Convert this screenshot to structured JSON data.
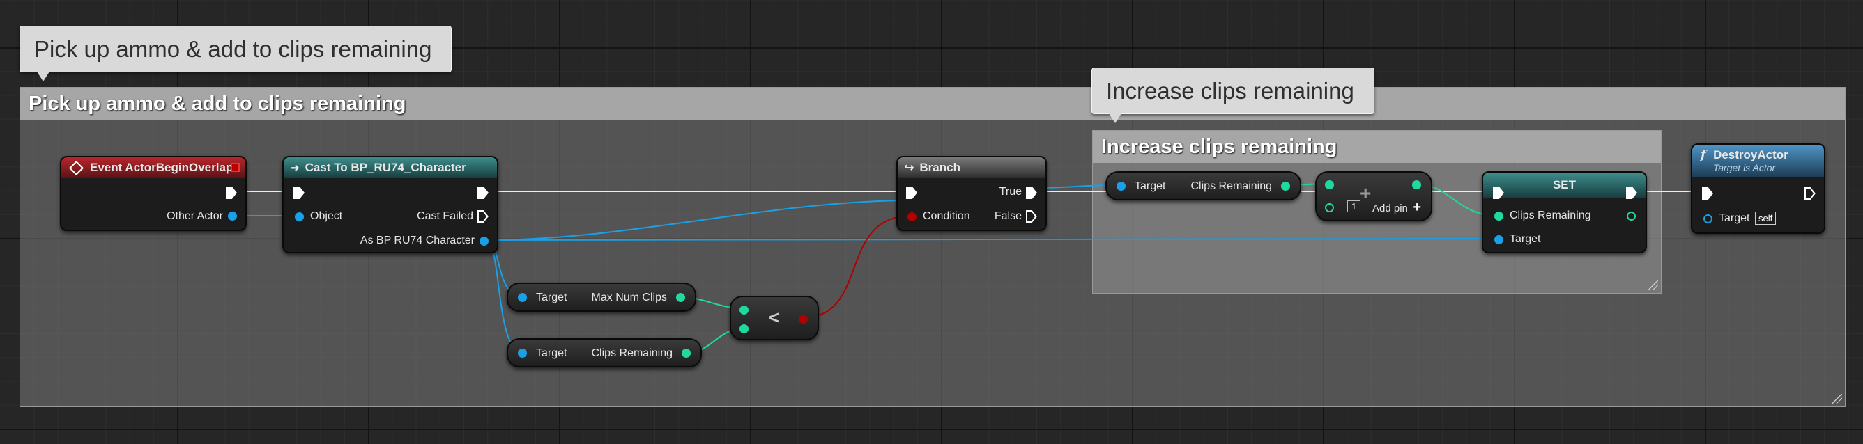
{
  "comments": {
    "outer_bubble": "Pick up ammo & add to clips remaining",
    "outer_title": "Pick up ammo & add to clips remaining",
    "inner_bubble": "Increase clips remaining",
    "inner_title": "Increase clips remaining"
  },
  "nodes": {
    "event": {
      "title": "Event ActorBeginOverlap",
      "out_pin": "Other Actor"
    },
    "cast": {
      "title": "Cast To BP_RU74_Character",
      "in_pin": "Object",
      "out_failed": "Cast Failed",
      "out_as": "As BP RU74 Character"
    },
    "branch": {
      "title": "Branch",
      "condition": "Condition",
      "true_label": "True",
      "false_label": "False"
    },
    "get_max": {
      "target": "Target",
      "value": "Max Num Clips"
    },
    "get_clips": {
      "target": "Target",
      "value": "Clips Remaining"
    },
    "less": {
      "symbol": "<"
    },
    "get_clips2": {
      "target": "Target",
      "value": "Clips Remaining"
    },
    "add": {
      "symbol": "+",
      "const_value": "1",
      "add_pin": "Add pin"
    },
    "set": {
      "title": "SET",
      "in_value": "Clips Remaining",
      "target": "Target"
    },
    "destroy": {
      "title": "DestroyActor",
      "subtitle": "Target is Actor",
      "target": "Target",
      "self_value": "self"
    }
  },
  "colors": {
    "event_header": "#b8262b",
    "cast_header": "#3e8d8c",
    "function_header": "#4f95c7",
    "object_pin": "#1aa0e6",
    "int_pin": "#20d8a0",
    "bool_pin": "#b00000"
  }
}
